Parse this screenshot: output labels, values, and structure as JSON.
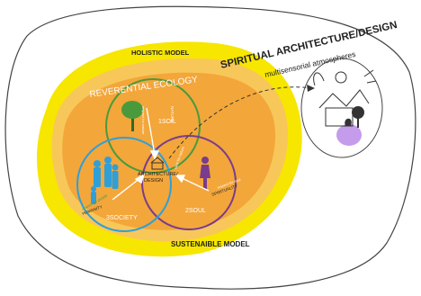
{
  "outer_title": "SPIRITUAL ARCHITECTURE/DESIGN",
  "outer_subtitle": "multisensorial atmospheres",
  "holistic_label": "HOLISTIC MODEL",
  "sustainable_label": "SUSTENAIBLE MODEL",
  "reverential_label": "REVERENTIAL ECOLOGY",
  "center_label_line1": "ARCHITECTURE/",
  "center_label_line2": "DESIGN",
  "soil_label": "1SOIL",
  "soul_label": "2SOUL",
  "society_label": "3SOCIETY",
  "nature_small": "NATURE",
  "spirituality_small": "SPIRITUALITY",
  "humanity_small": "HUMANITY",
  "arrow_respect_nature": "respect for nature",
  "arrow_respect_soul": "respect for soul",
  "arrow_respect_people": "respect for people",
  "arrow_care_nature": "care for nature",
  "colors": {
    "yellow": "#f7e600",
    "orange_light": "#f8c75a",
    "orange": "#f3a63a",
    "soil_green": "#4a9a3c",
    "soul_purple": "#7a3c8c",
    "society_blue": "#2f9fd8",
    "glow_purple": "#b682e6"
  }
}
